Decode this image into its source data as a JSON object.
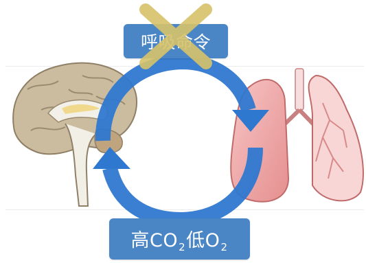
{
  "command_label": "呼吸命令",
  "state_label": {
    "prefix": "高CO",
    "sub1": "2",
    "mid": "低O",
    "sub2": "2"
  },
  "colors": {
    "label_bg": "#4a86c5",
    "arrow": "#2f78d0",
    "cross": "#d6c36a",
    "brain": "#c9b89c",
    "lung": "#eba0a0"
  }
}
